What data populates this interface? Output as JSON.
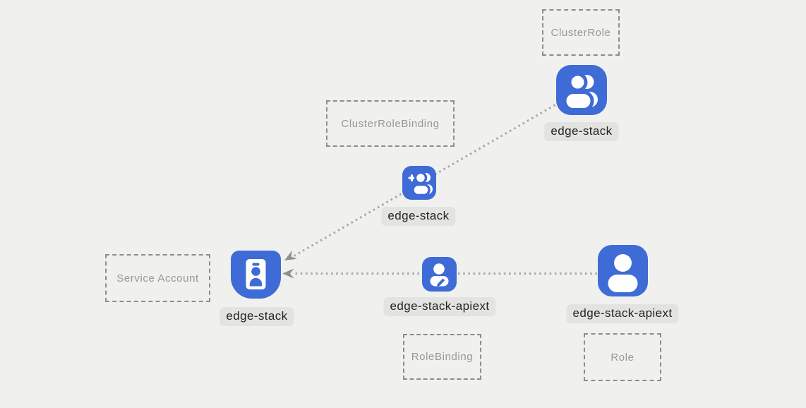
{
  "colors": {
    "background": "#f0f0ee",
    "node_blue": "#3e6bd6",
    "label_bg": "#e3e3e1",
    "label_text": "#242424",
    "box_border": "#8d8d8d",
    "box_text": "#979797",
    "edge_dotted": "#a8a8a5",
    "arrowhead": "#8f8f8f"
  },
  "nodes": {
    "clusterrole": {
      "kind": "ClusterRole",
      "name": "edge-stack",
      "icon": "users-icon"
    },
    "clusterrolebinding": {
      "kind": "ClusterRoleBinding",
      "name": "edge-stack",
      "icon": "user-plus-icon"
    },
    "serviceaccount": {
      "kind": "Service Account",
      "name": "edge-stack",
      "icon": "id-badge-icon"
    },
    "rolebinding": {
      "kind": "RoleBinding",
      "name": "edge-stack-apiext",
      "icon": "user-edit-icon"
    },
    "role": {
      "kind": "Role",
      "name": "edge-stack-apiext",
      "icon": "user-icon"
    }
  },
  "edges": [
    {
      "from": "clusterrole/edge-stack",
      "through": "clusterrolebinding/edge-stack",
      "to": "serviceaccount/edge-stack",
      "style": "dotted",
      "arrowhead": "at-service-account"
    },
    {
      "from": "role/edge-stack-apiext",
      "through": "rolebinding/edge-stack-apiext",
      "to": "serviceaccount/edge-stack",
      "style": "dotted",
      "arrowhead": "at-service-account"
    }
  ]
}
